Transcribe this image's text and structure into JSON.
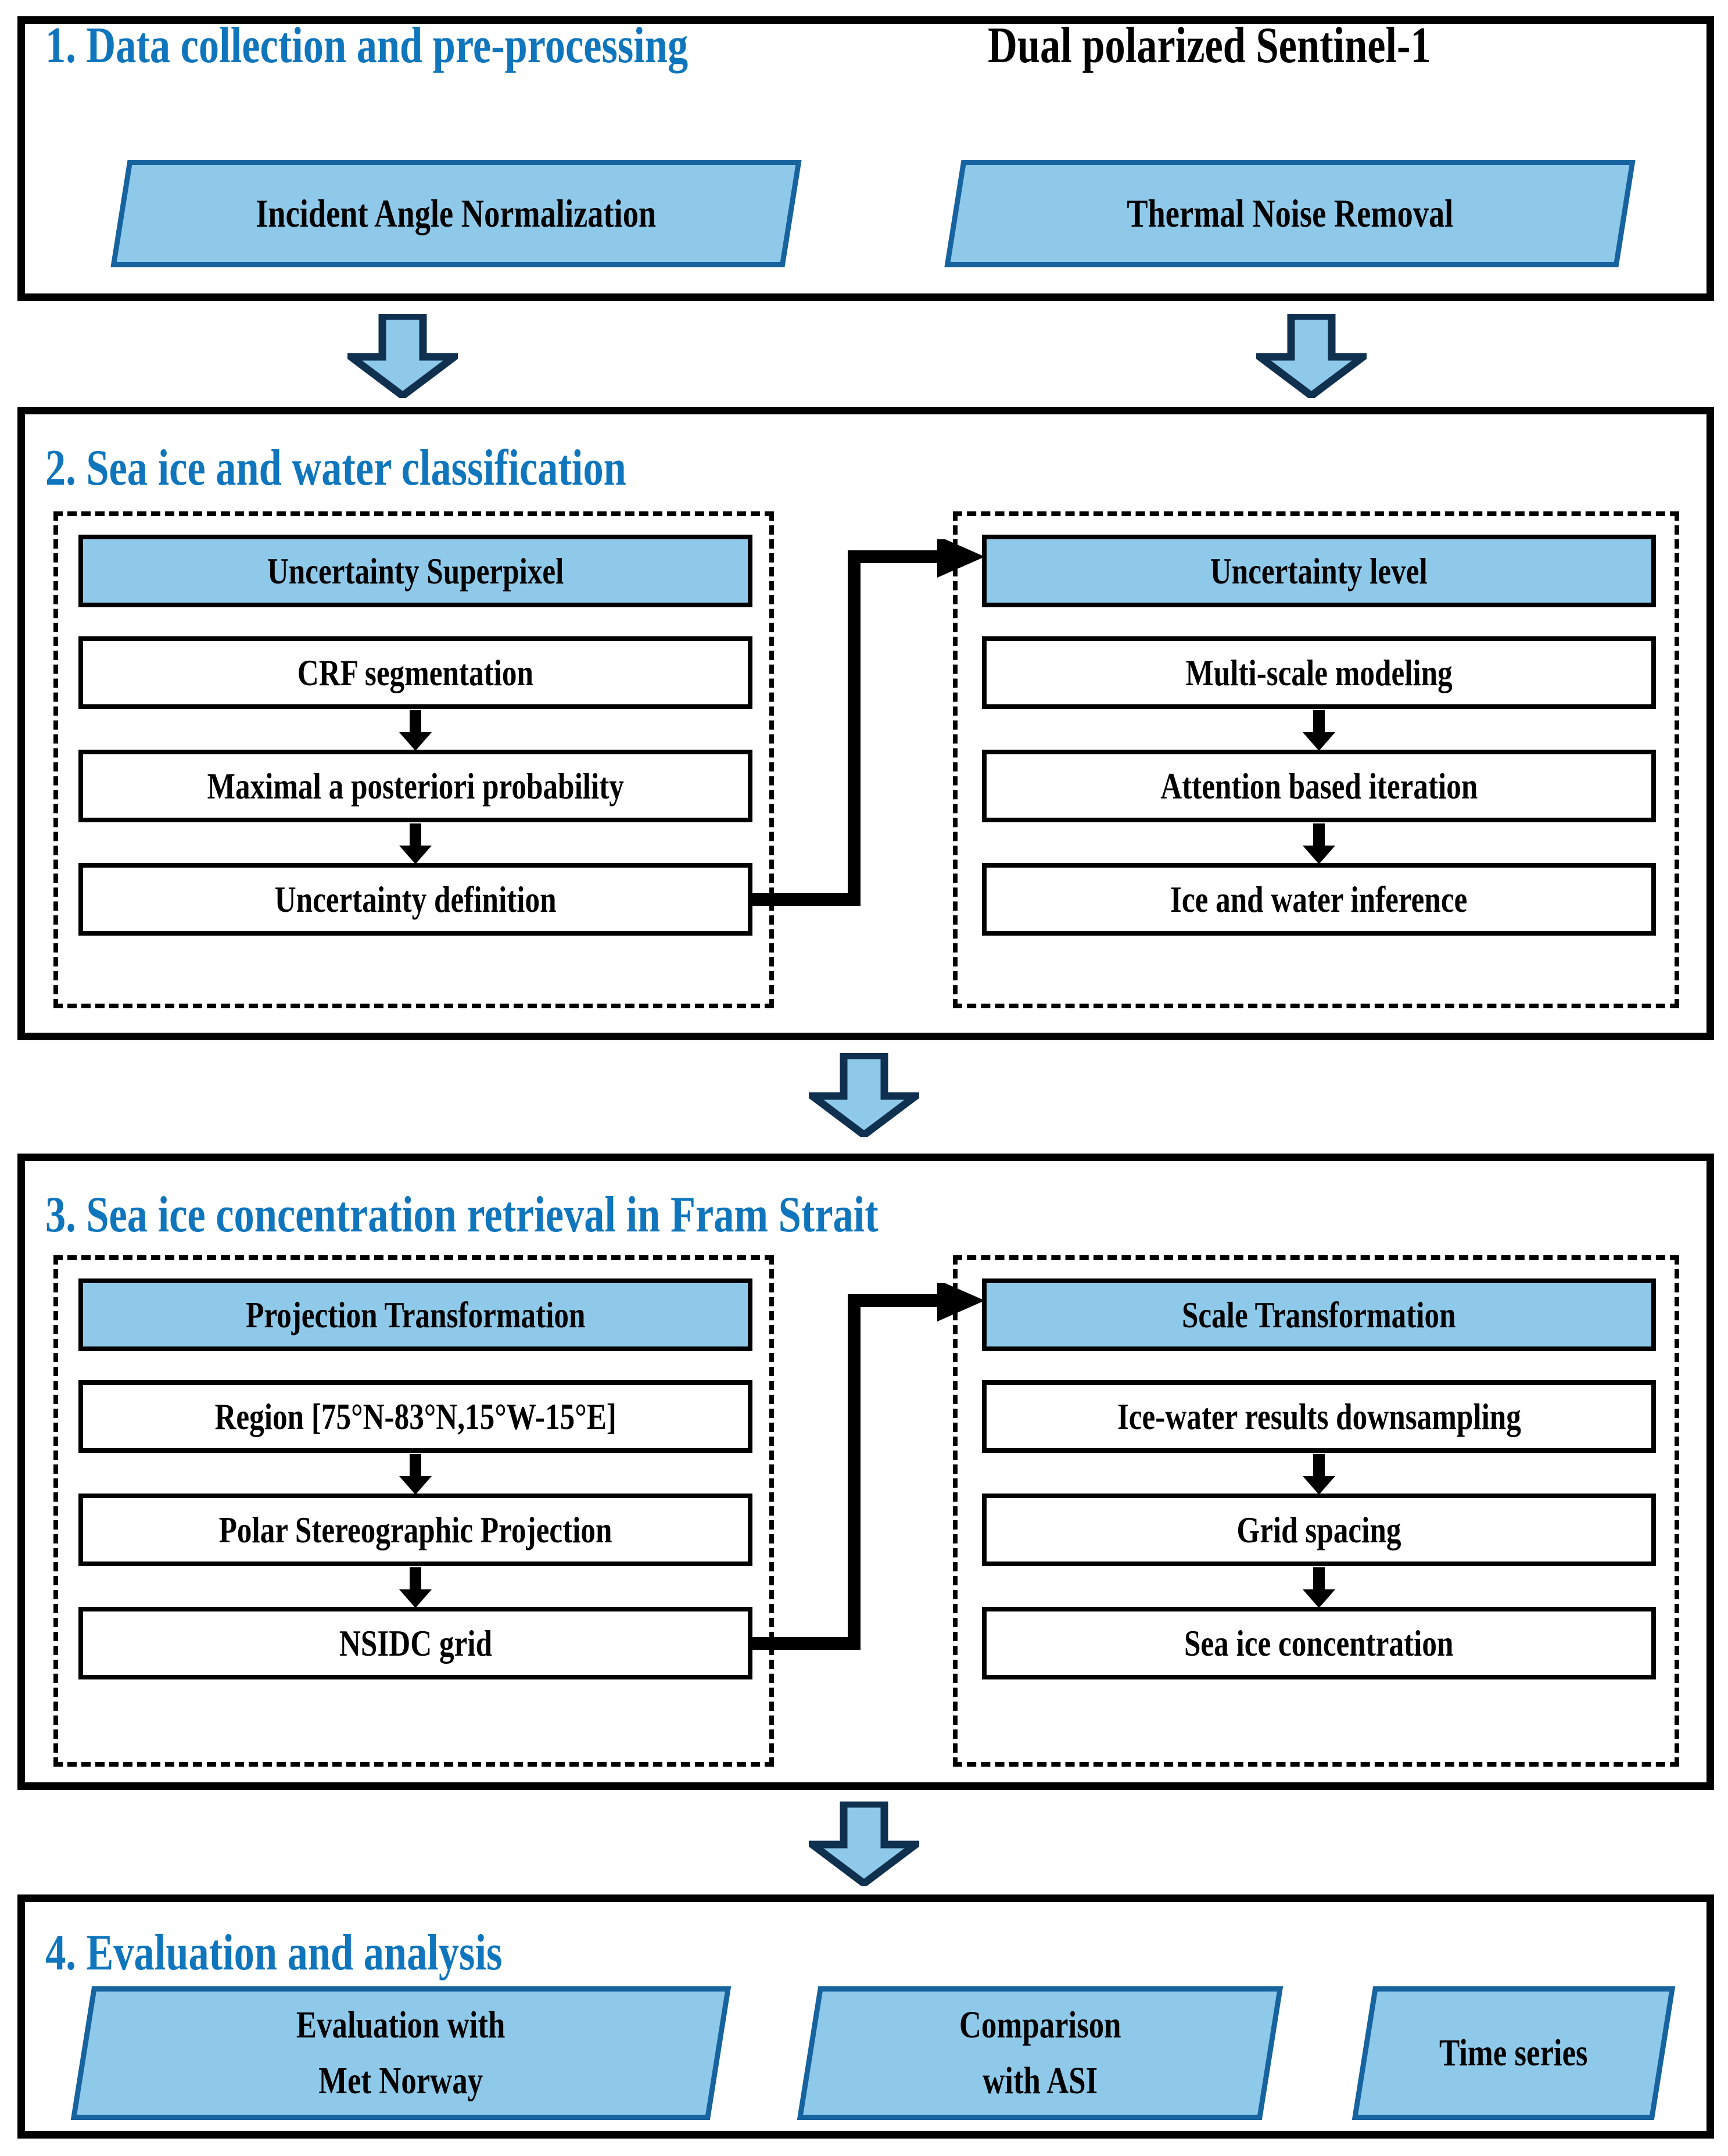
{
  "diagram": {
    "title_color": "#0f75bc",
    "accent_fill": "#8ec9ea",
    "accent_border": "#17639f",
    "arrow_fill": "#8ec9ea",
    "arrow_border": "#10304f"
  },
  "sections": [
    {
      "number": "1",
      "title": "1. Data collection and pre-processing",
      "extra_title": "Dual polarized Sentinel-1",
      "parallelograms": [
        {
          "label": "Incident Angle Normalization"
        },
        {
          "label": "Thermal Noise Removal"
        }
      ]
    },
    {
      "number": "2",
      "title": "2. Sea ice and water classification",
      "left_panel": {
        "header": "Uncertainty Superpixel",
        "steps": [
          "CRF segmentation",
          "Maximal a posteriori probability",
          "Uncertainty definition"
        ]
      },
      "right_panel": {
        "header": "Uncertainty level",
        "steps": [
          "Multi-scale modeling",
          "Attention based iteration",
          "Ice and water inference"
        ]
      }
    },
    {
      "number": "3",
      "title": "3. Sea ice concentration retrieval in Fram Strait",
      "left_panel": {
        "header": "Projection Transformation",
        "steps": [
          "Region [75°N-83°N,15°W-15°E]",
          "Polar Stereographic Projection",
          "NSIDC grid"
        ]
      },
      "right_panel": {
        "header": "Scale Transformation",
        "steps": [
          "Ice-water results downsampling",
          "Grid spacing",
          "Sea ice concentration"
        ]
      }
    },
    {
      "number": "4",
      "title": "4. Evaluation and analysis",
      "parallelograms": [
        {
          "line1": "Evaluation with",
          "line2": "Met Norway"
        },
        {
          "line1": "Comparison",
          "line2": "with ASI"
        },
        {
          "line1": "Time series",
          "line2": ""
        }
      ]
    }
  ],
  "flow_arrows": [
    {
      "name": "section1-left-to-section2",
      "direction": "down"
    },
    {
      "name": "section1-right-to-section2",
      "direction": "down"
    },
    {
      "name": "section2-to-section3",
      "direction": "down"
    },
    {
      "name": "section3-to-section4",
      "direction": "down"
    }
  ]
}
